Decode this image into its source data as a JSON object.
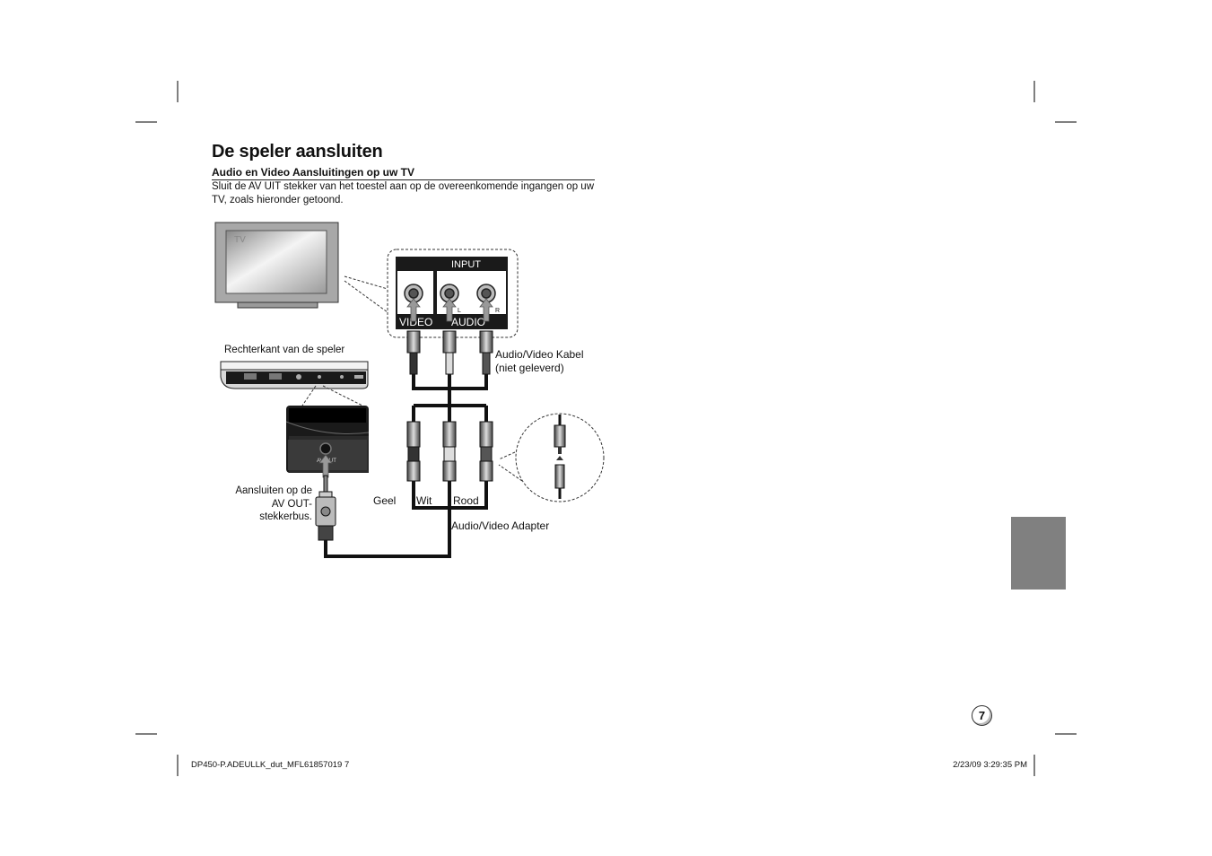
{
  "page": {
    "title": "De speler aansluiten",
    "subtitle": "Audio en Video Aansluitingen op uw TV",
    "intro": "Sluit de AV UIT stekker van het toestel aan op de overeenkomende ingangen op uw TV, zoals hieronder getoond.",
    "page_number": "7"
  },
  "diagram": {
    "tv_label": "TV",
    "input_label": "INPUT",
    "video_label": "VIDEO",
    "audio_label": "AUDIO",
    "left_channel": "L",
    "right_channel": "R",
    "player_side_label": "Rechterkant van de speler",
    "av_out_jack_label": "AV OUT",
    "cable_label_line1": "Audio/Video Kabel",
    "cable_label_line2": "(niet geleverd)",
    "connect_label_line1": "Aansluiten op de",
    "connect_label_line2": "AV OUT-",
    "connect_label_line3": "stekkerbus.",
    "color_yellow": "Geel",
    "color_white": "Wit",
    "color_red": "Rood",
    "adapter_label": "Audio/Video Adapter"
  },
  "footer": {
    "left": "DP450-P.ADEULLK_dut_MFL61857019   7",
    "right": "2/23/09   3:29:35 PM"
  },
  "colors": {
    "tab_gray": "#808080",
    "panel_black": "#1a1a1a"
  }
}
